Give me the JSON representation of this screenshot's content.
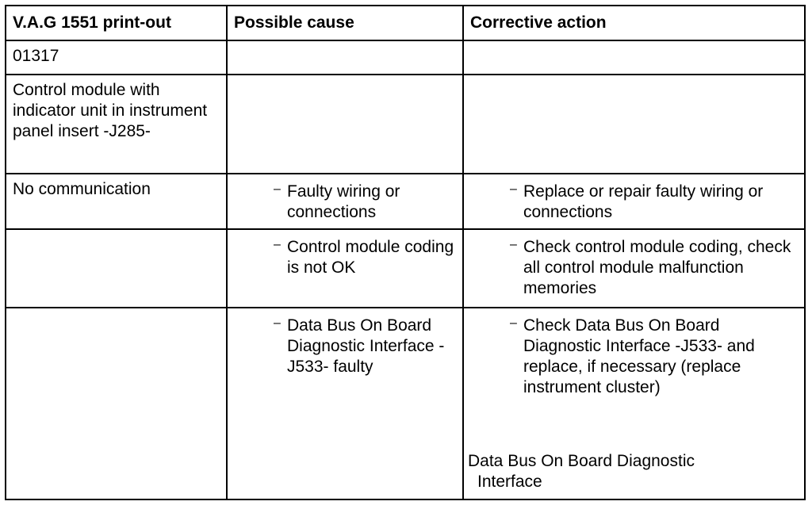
{
  "headers": {
    "col1": "V.A.G 1551 print-out",
    "col2": "Possible cause",
    "col3": "Corrective action"
  },
  "rows": {
    "code": "01317",
    "component": "Control module with indicator unit in instrument panel insert -J285-",
    "fault": "No communication",
    "causes": [
      "Faulty wiring or connections",
      "Control module coding is not OK",
      "Data Bus On Board Diagnostic Interface -J533- faulty"
    ],
    "actions": [
      "Replace or repair faulty wiring or connections",
      "Check control module coding, check all control module malfunction memories",
      "Check Data Bus On Board Diagnostic Interface -J533- and replace, if necessary (replace instrument cluster)"
    ],
    "dash_glyph": "–",
    "footnote_line1": "Data Bus On Board Diagnostic",
    "footnote_line2": "Interface"
  }
}
